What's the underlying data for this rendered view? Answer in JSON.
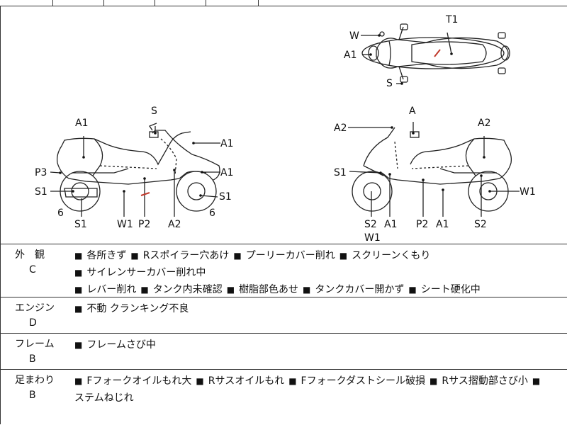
{
  "diagram": {
    "labels": {
      "top_W": "W",
      "top_T1": "T1",
      "top_A1": "A1",
      "top_S": "S",
      "left_S": "S",
      "left_A1_top": "A1",
      "left_A1_right1": "A1",
      "left_P3": "P3",
      "left_A1_right2": "A1",
      "left_S1_left": "S1",
      "left_S1_right": "S1",
      "left_6_left": "6",
      "left_6_right": "6",
      "left_S1_bottom": "S1",
      "left_W1": "W1",
      "left_P2": "P2",
      "left_A2": "A2",
      "right_A": "A",
      "right_A2_left": "A2",
      "right_A2_right": "A2",
      "right_S1": "S1",
      "right_W1_right": "W1",
      "right_S2_left": "S2",
      "right_W1_bottom": "W1",
      "right_A1_left": "A1",
      "right_P2": "P2",
      "right_A1_right": "A1",
      "right_S2_right": "S2"
    }
  },
  "sections": [
    {
      "name": "外　観",
      "grade": "C",
      "lines": [
        [
          "各所きず",
          "Rスポイラー穴あけ",
          "プーリーカバー削れ",
          "スクリーンくもり",
          "サイレンサーカバー削れ中"
        ],
        [
          "レバー削れ",
          "タンク内未確認",
          "樹脂部色あせ",
          "タンクカバー開かず",
          "シート硬化中"
        ]
      ]
    },
    {
      "name": "エンジン",
      "grade": "D",
      "lines": [
        [
          "不動 クランキング不良"
        ]
      ]
    },
    {
      "name": "フレーム",
      "grade": "B",
      "lines": [
        [
          "フレームさび中"
        ]
      ]
    },
    {
      "name": "足まわり",
      "grade": "B",
      "lines": [
        [
          "Fフォークオイルもれ大",
          "Rサスオイルもれ",
          "Fフォークダストシール破損",
          "Rサス摺動部さび小"
        ]
      ],
      "trailing_bullet": true,
      "continuation": "ステムねじれ"
    }
  ]
}
